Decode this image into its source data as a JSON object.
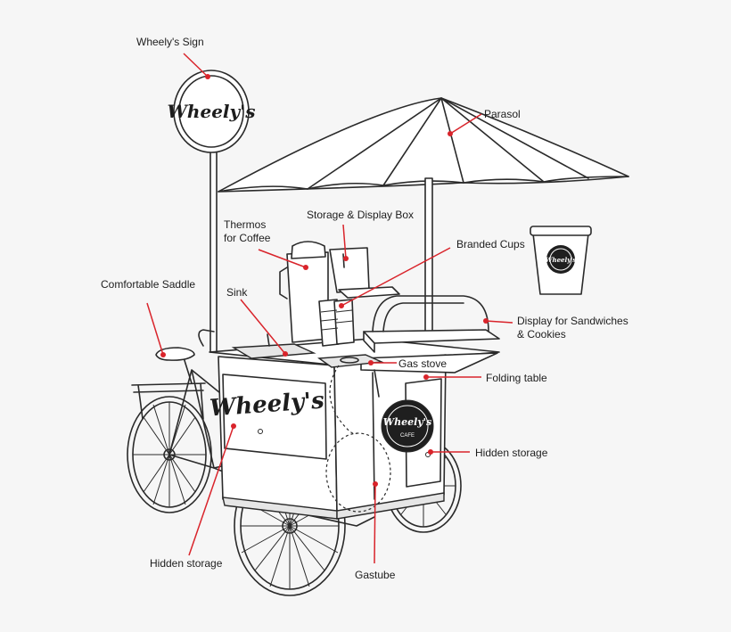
{
  "labels": {
    "wheelys_sign": "Wheely's Sign",
    "parasol": "Parasol",
    "storage_display_box": "Storage & Display Box",
    "thermos_line1": "Thermos",
    "thermos_line2": "for Coffee",
    "branded_cups": "Branded Cups",
    "comfortable_saddle": "Comfortable Saddle",
    "sink": "Sink",
    "display_line1": "Display for Sandwiches",
    "display_line2": "& Cookies",
    "gas_stove": "Gas stove",
    "folding_table": "Folding table",
    "hidden_storage_right": "Hidden storage",
    "hidden_storage_left": "Hidden storage",
    "gastube": "Gastube"
  },
  "branding": {
    "logo_text": "Wheely's",
    "cafe_text": "CAFE"
  },
  "colors": {
    "leader": "#d9242b",
    "line": "#2a2a2a",
    "background": "#f6f6f6",
    "badge": "#1f1f1f"
  }
}
